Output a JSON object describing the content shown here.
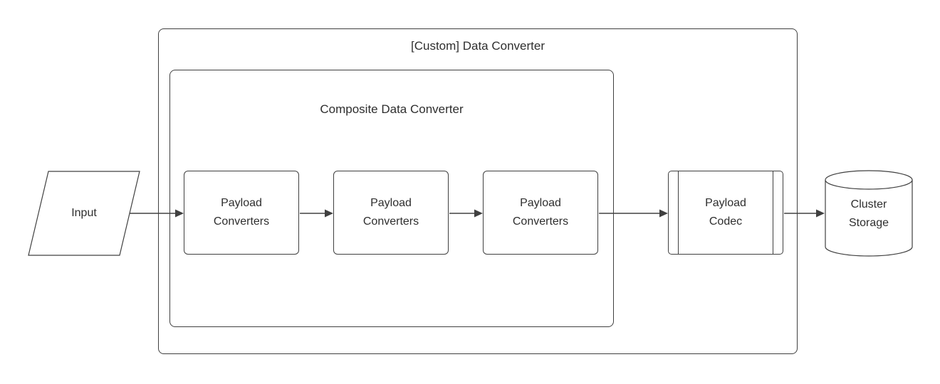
{
  "diagram": {
    "input": {
      "label": "Input"
    },
    "outer_container": {
      "title": "[Custom] Data Converter"
    },
    "inner_container": {
      "title": "Composite Data Converter"
    },
    "payload_converters": [
      {
        "label": "Payload Converters"
      },
      {
        "label": "Payload Converters"
      },
      {
        "label": "Payload Converters"
      }
    ],
    "payload_codec": {
      "label": "Payload Codec"
    },
    "cluster_storage": {
      "label": "Cluster Storage"
    },
    "colors": {
      "stroke": "#404040",
      "text": "#2e2e2e",
      "fill": "#ffffff",
      "background": "#ffffff"
    }
  }
}
